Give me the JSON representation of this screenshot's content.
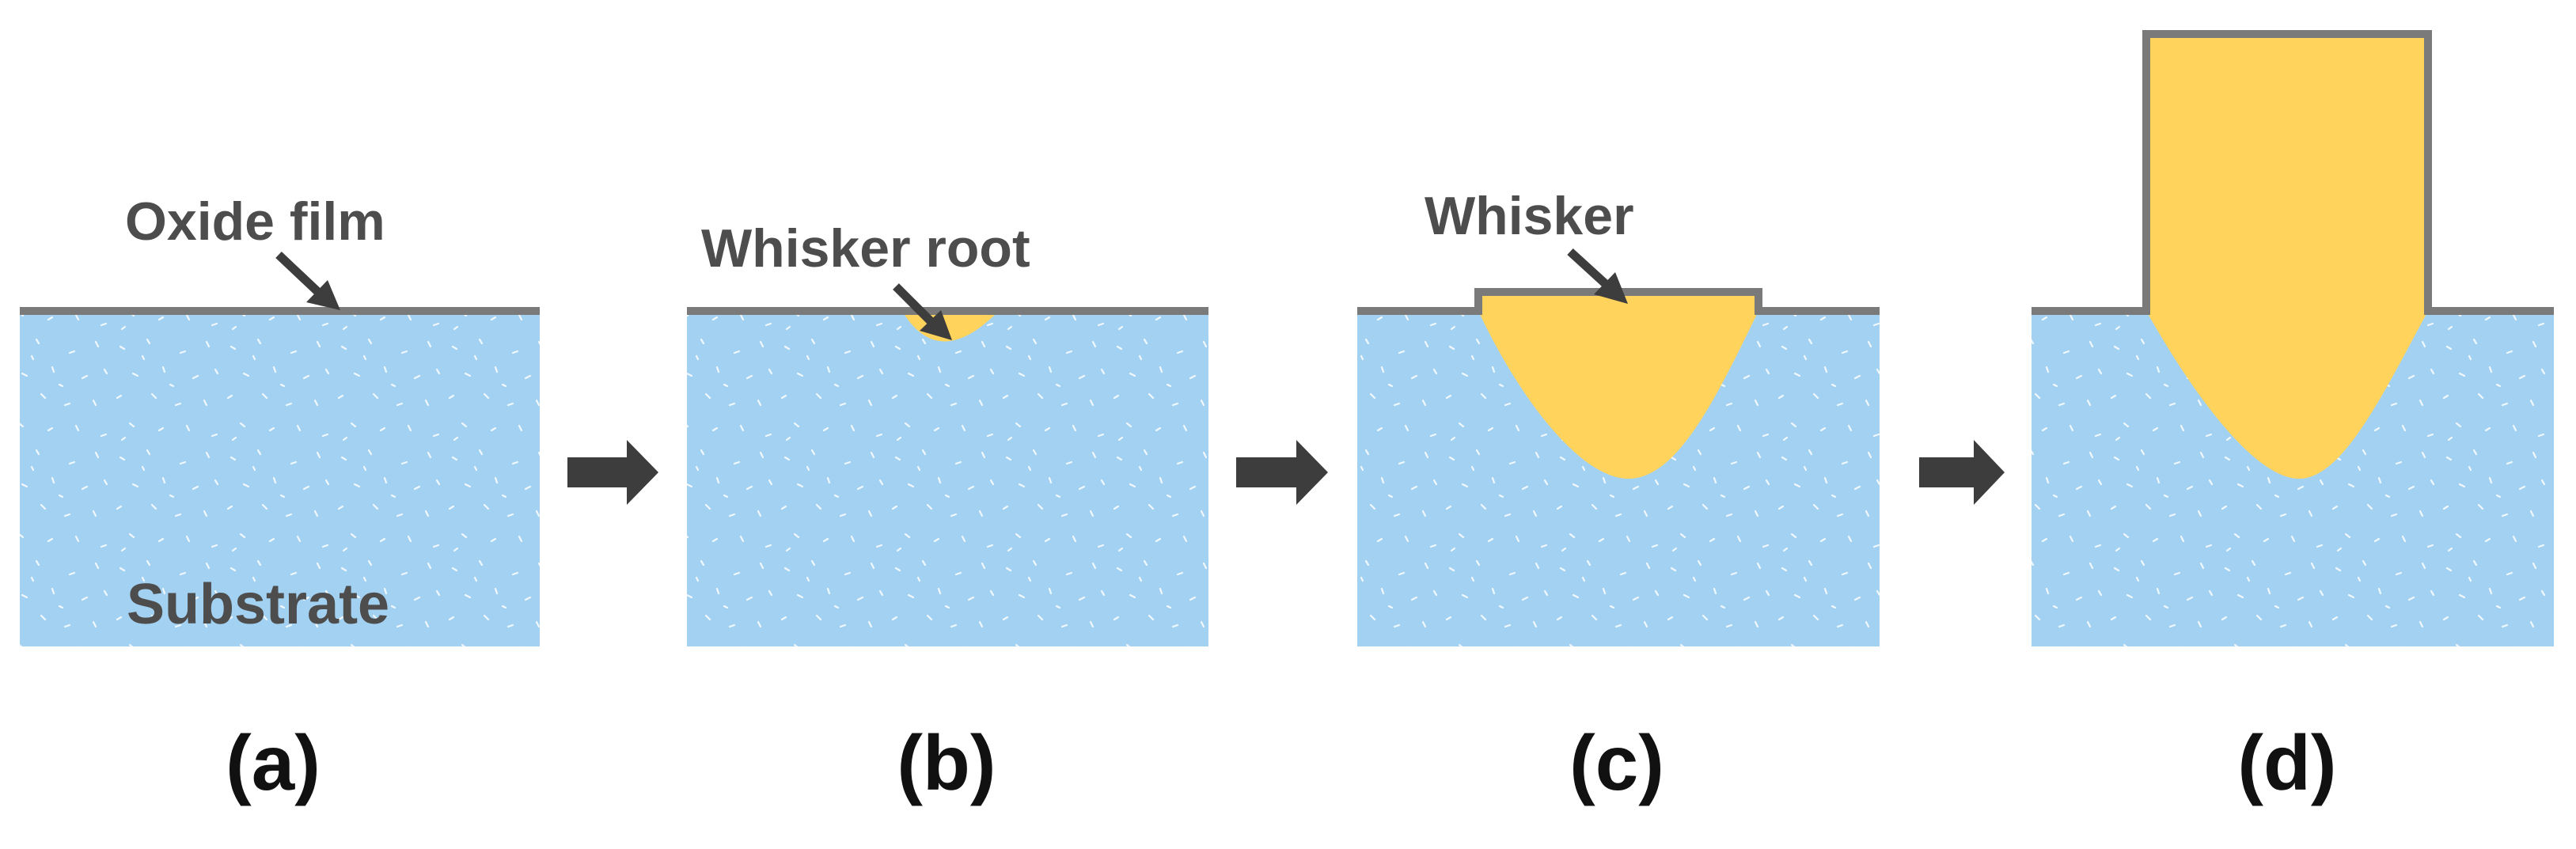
{
  "labels": {
    "oxide_film": "Oxide film",
    "substrate": "Substrate",
    "whisker_root": "Whisker root",
    "whisker": "Whisker"
  },
  "panels": [
    {
      "label": "(a)"
    },
    {
      "label": "(b)"
    },
    {
      "label": "(c)"
    },
    {
      "label": "(d)"
    }
  ],
  "colors": {
    "substrate": "#a3d1f2",
    "whisker": "#ffd35c",
    "oxide_film": "#7a7a7a",
    "arrow": "#3d3d3d",
    "label_text": "#4d4d4d",
    "panel_label": "#111111"
  }
}
